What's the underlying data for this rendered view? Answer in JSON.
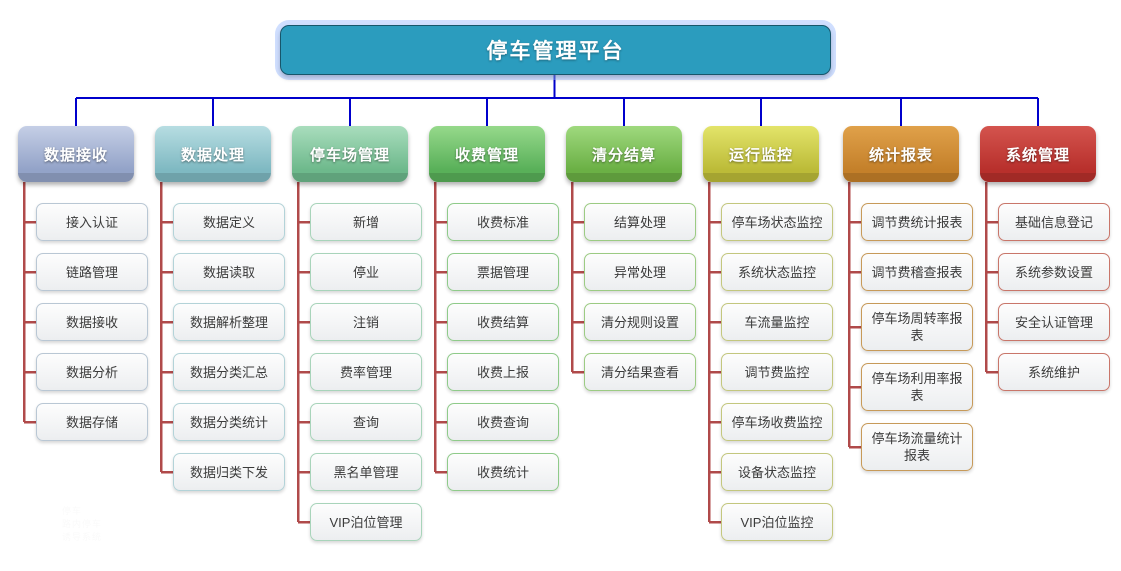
{
  "diagram": {
    "title": "停车管理平台",
    "root": {
      "label": "停车管理平台",
      "fill": "#2b9cbe",
      "border": "#17566b",
      "glow": "#96b9ff"
    },
    "connector_colors": {
      "root_to_branch": "#0000cc",
      "branch_to_leaf": "#b04a4a"
    },
    "branches": [
      {
        "name": "data-reception",
        "label": "数据接收",
        "header_top": "#c5cfe6",
        "header_bottom": "#93a3c8",
        "leaf_border": "#b9c7d4",
        "leaves": [
          {
            "label": "接入认证"
          },
          {
            "label": "链路管理"
          },
          {
            "label": "数据接收"
          },
          {
            "label": "数据分析"
          },
          {
            "label": "数据存储"
          }
        ]
      },
      {
        "name": "data-processing",
        "label": "数据处理",
        "header_top": "#b7dde2",
        "header_bottom": "#7fb9c2",
        "leaf_border": "#b3d3d8",
        "leaves": [
          {
            "label": "数据定义"
          },
          {
            "label": "数据读取"
          },
          {
            "label": "数据解析整理"
          },
          {
            "label": "数据分类汇总"
          },
          {
            "label": "数据分类统计"
          },
          {
            "label": "数据归类下发"
          }
        ]
      },
      {
        "name": "parking-lot-management",
        "label": "停车场管理",
        "header_top": "#a9ddbd",
        "header_bottom": "#6eb98c",
        "leaf_border": "#a8d4ba",
        "leaves": [
          {
            "label": "新增"
          },
          {
            "label": "停业"
          },
          {
            "label": "注销"
          },
          {
            "label": "费率管理"
          },
          {
            "label": "查询"
          },
          {
            "label": "黑名单管理"
          },
          {
            "label": "VIP泊位管理"
          }
        ]
      },
      {
        "name": "charging-management",
        "label": "收费管理",
        "header_top": "#96d98b",
        "header_bottom": "#59b059",
        "leaf_border": "#8fcb8a",
        "leaves": [
          {
            "label": "收费标准"
          },
          {
            "label": "票据管理"
          },
          {
            "label": "收费结算"
          },
          {
            "label": "收费上报"
          },
          {
            "label": "收费查询"
          },
          {
            "label": "收费统计"
          }
        ]
      },
      {
        "name": "clearing-settlement",
        "label": "清分结算",
        "header_top": "#9fd97e",
        "header_bottom": "#6bb045",
        "leaf_border": "#9ccb83",
        "leaves": [
          {
            "label": "结算处理"
          },
          {
            "label": "异常处理"
          },
          {
            "label": "清分规则设置"
          },
          {
            "label": "清分结果查看"
          }
        ]
      },
      {
        "name": "operation-monitoring",
        "label": "运行监控",
        "header_top": "#e3e46a",
        "header_bottom": "#bcbb38",
        "leaf_border": "#c3c77e",
        "leaves": [
          {
            "label": "停车场状态监控"
          },
          {
            "label": "系统状态监控"
          },
          {
            "label": "车流量监控"
          },
          {
            "label": "调节费监控"
          },
          {
            "label": "停车场收费监控"
          },
          {
            "label": "设备状态监控"
          },
          {
            "label": "VIP泊位监控"
          }
        ]
      },
      {
        "name": "statistical-reports",
        "label": "统计报表",
        "header_top": "#e0a14a",
        "header_bottom": "#c4802a",
        "leaf_border": "#c79a59",
        "leaves": [
          {
            "label": "调节费统计报表"
          },
          {
            "label": "调节费稽查报表"
          },
          {
            "label": "停车场周转率报表",
            "wrap": true
          },
          {
            "label": "停车场利用率报表",
            "wrap": true
          },
          {
            "label": "停车场流量统计报表",
            "wrap": true
          }
        ]
      },
      {
        "name": "system-management",
        "label": "系统管理",
        "header_top": "#d4544e",
        "header_bottom": "#b8302c",
        "leaf_border": "#c9766a",
        "leaves": [
          {
            "label": "基础信息登记"
          },
          {
            "label": "系统参数设置"
          },
          {
            "label": "安全认证管理"
          },
          {
            "label": "系统维护"
          }
        ]
      }
    ],
    "watermark": "停车\n路内停车\n诱导系统"
  }
}
